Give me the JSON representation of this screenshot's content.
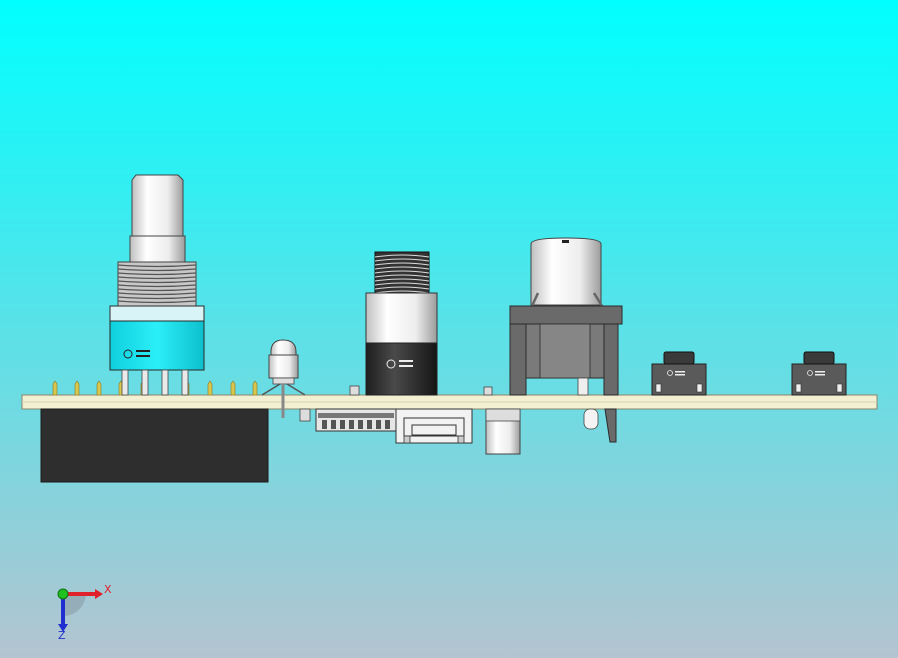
{
  "viewport": {
    "background_top": "#00FFFF",
    "background_bottom": "#B4C4D0"
  },
  "colors": {
    "pcb": "#F3EFD2",
    "pcb_edge": "#8A866A",
    "battery": "#2E2E2E",
    "encoder_body": "#17E1EE",
    "knob_white": "#F7F7F7",
    "thread_gray": "#BDBDBD",
    "thread_dark": "#222222",
    "holder_gray": "#6A6A6A",
    "pin_gold": "#D9C64E",
    "outline": "#2A2A2A"
  },
  "triad": {
    "x_label": "X",
    "z_label": "Z",
    "x_color": "#E0202A",
    "z_color": "#2030D0",
    "y_color": "#20C020"
  },
  "components": {
    "encoder": {
      "icon": "rotary-encoder-icon"
    },
    "led": {
      "icon": "led-icon"
    },
    "jack": {
      "icon": "audio-jack-icon"
    },
    "button_cap": {
      "icon": "push-button-cap-icon"
    },
    "tact_switches": {
      "icon": "tactile-switch-icon",
      "count": 2
    }
  }
}
